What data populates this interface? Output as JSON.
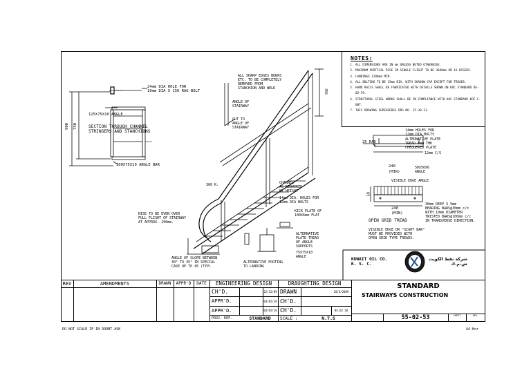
{
  "notes": {
    "title": "NOTES:",
    "items": [
      "ALL DIMENSIONS ARE IN mm UNLESS NOTED OTHERWISE.",
      "MAXIMUM VERTICAL RISE IN SINGLE FLIGHT TO BE 3048mm OR 16 RISERS.",
      "LANDINGS 1200mm MIN.",
      "ALL BOLTING TO BE 19mm DIA. WITH SHADOW CAP EXCEPT FOR TREADS.",
      "HAND RAILS SHALL BE FABRICATED WITH DETAILS SHOWN ON KOC STANDARD DG-02-59.",
      "STRUCTURAL STEEL WORKS SHALL BE IN COMPLIANCE WITH KOC STANDARD KOC-C-007.",
      "THIS DRAWING SUPERSEDES DRG NO. 15-30-11."
    ]
  },
  "labels": {
    "hole": "24mm DIA HOLE FOR\n19mm DIA X 150 RAG BOLT",
    "angle125": "125X75X10 ANGLE",
    "section": "SECTION THROUGH CHANNEL\nSTRINGERS AND STANCHIONS",
    "angle100": "100X75X10 ANGLE BAR",
    "dim900": "900",
    "dim750": "750",
    "edges": "ALL SHARP EDGES BURRS\nETC. TO BE COMPLETELY\nREMOVED FROM\nSTANCHION AND WELD",
    "angleof": "ANGLE OF\nSTAIRWAY",
    "cutto": "CUT TO\nANGLE OF\nSTAIRWAY",
    "r300": "300 R.",
    "channel": "CHANNEL\nAS REQUIRED\nBY HEIGHT",
    "holes14a": "14mm DIA. HOLES FOR\n12mm DIA BOLTS",
    "kick": "KICK PLATE OF\n100X6mm FLAT",
    "rise": "RISE TO BE EVEN OVER\nFULL FLIGHT OF STAIRWAY\nAT APPROX. 190mm.",
    "alttread": "ALTERNATIVE\nPLATE TREAD\nOF ANGLE\nSUPPORTS",
    "angle75": "75X75X10\nANGLE",
    "slope": "ANGLE OF SLOPE BETWEEN\n30° TO 35° IN SPECIAL\nCASE UP TO 45 (TYP)",
    "altfooting": "ALTERNATIVE FOOTING\nTO LANDING",
    "dim356": "356",
    "holes14b": "14mm HOLES FOR\n12mm DIA BOLTS",
    "altplate": "ALTERNATIVE PLATE\nTREAD 6mm THK\nCHEQUERED PLATE",
    "c12": "12mm C/S",
    "rad": "25 RAD",
    "d240a": "240",
    "min": "(MIN)",
    "angle50": "50X50X6\nANGLE",
    "visible": "VISIBLE EDGE ANGLE",
    "d65": "65",
    "d240b": "240",
    "grating": "30mm DEEP X 5mm\nBEARING BARS@30mm c/c\nWITH 10mm DIAMETER\nTWISTED BARS@100mm c/c\nIN TRANSVERSE DIRECTION.",
    "opengrid": "OPEN GRID TREAD",
    "sightbar": "VISIBLE EDGE OR \"SIGHT BAR\"\nMUST BE PROVIDED WITH\nOPEN GRID TYPE TREADS.",
    "company": "KUWAIT OIL CO.\nK. S. C.",
    "company_ar": "شركة نفط الكويت\nش.م.ك"
  },
  "titleblock": {
    "rev": "REV",
    "amendments": "AMENDMENTS",
    "drawn": "DRAWN",
    "apprd": "APPR'D",
    "date": "DATE",
    "eng": "ENGINEERING DESIGN",
    "draughting": "DRAUGHTING DESIGN",
    "chd": "CH'D.",
    "apprd2": "APPR'D.",
    "drawn2": "DRAWN",
    "chd2": "CH'D.",
    "chd3": "CH'D.",
    "date1": "22/12/09",
    "date2": "04/02/10",
    "date3": "04/02/10",
    "date_drawn": "20/4/2009",
    "date4": "04.02.10",
    "projref": "PROJ. REF.",
    "standard": "STANDARD",
    "scale": "SCALE :",
    "nts": "N.T.S",
    "title1": "STANDARD",
    "title2": "STAIRWAYS CONSTRUCTION",
    "drawing_no": "55-02-53",
    "sheet": "SHEET",
    "rev2": "REV."
  },
  "footer": {
    "left": "DO NOT SCALE IF IN DOUBT ASK",
    "right": "A4-Hor"
  }
}
